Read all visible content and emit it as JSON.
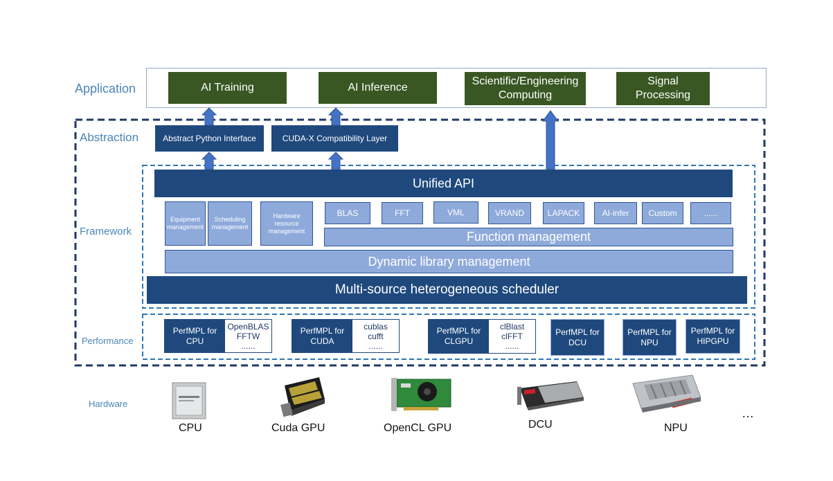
{
  "layers": {
    "application": "Application",
    "abstraction": "Abstraction",
    "framework": "Framework",
    "performance": "Performance",
    "hardware": "Hardware"
  },
  "application": {
    "boxes": [
      "AI Training",
      "AI Inference",
      "Scientific/Engineering Computing",
      "Signal Processing"
    ]
  },
  "abstraction": {
    "boxes": [
      "Abstract Python Interface",
      "CUDA-X Compatibility Layer"
    ]
  },
  "framework": {
    "unified_api": "Unified API",
    "management": [
      "Equipment management",
      "Scheduling management",
      "Hardware resource management"
    ],
    "functions": [
      "BLAS",
      "FFT",
      "VML",
      "VRAND",
      "LAPACK",
      "AI-infer",
      "Custom",
      "......"
    ],
    "function_management": "Function management",
    "dynamic_library": "Dynamic library management",
    "scheduler": "Multi-source heterogeneous scheduler"
  },
  "performance": {
    "modules": [
      {
        "name": "PerfMPL for CPU",
        "libs": [
          "OpenBLAS",
          "FFTW",
          "......"
        ]
      },
      {
        "name": "PerfMPL for CUDA",
        "libs": [
          "cublas",
          "cufft",
          "......"
        ]
      },
      {
        "name": "PerfMPL for CLGPU",
        "libs": [
          "clBlast",
          "clFFT",
          "......"
        ]
      },
      {
        "name": "PerfMPL for DCU"
      },
      {
        "name": "PerfMPL for NPU"
      },
      {
        "name": "PerfMPL for HIPGPU"
      }
    ]
  },
  "hardware": {
    "items": [
      "CPU",
      "Cuda GPU",
      "OpenCL GPU",
      "DCU",
      "NPU"
    ],
    "more": "…"
  },
  "colors": {
    "green": "#385723",
    "navy": "#1f497d",
    "light_blue": "#8eaadb",
    "arrow": "#4472c4",
    "dash_outer": "#1f3864",
    "dash_inner": "#2e75b6",
    "label": "#4a86b8"
  }
}
